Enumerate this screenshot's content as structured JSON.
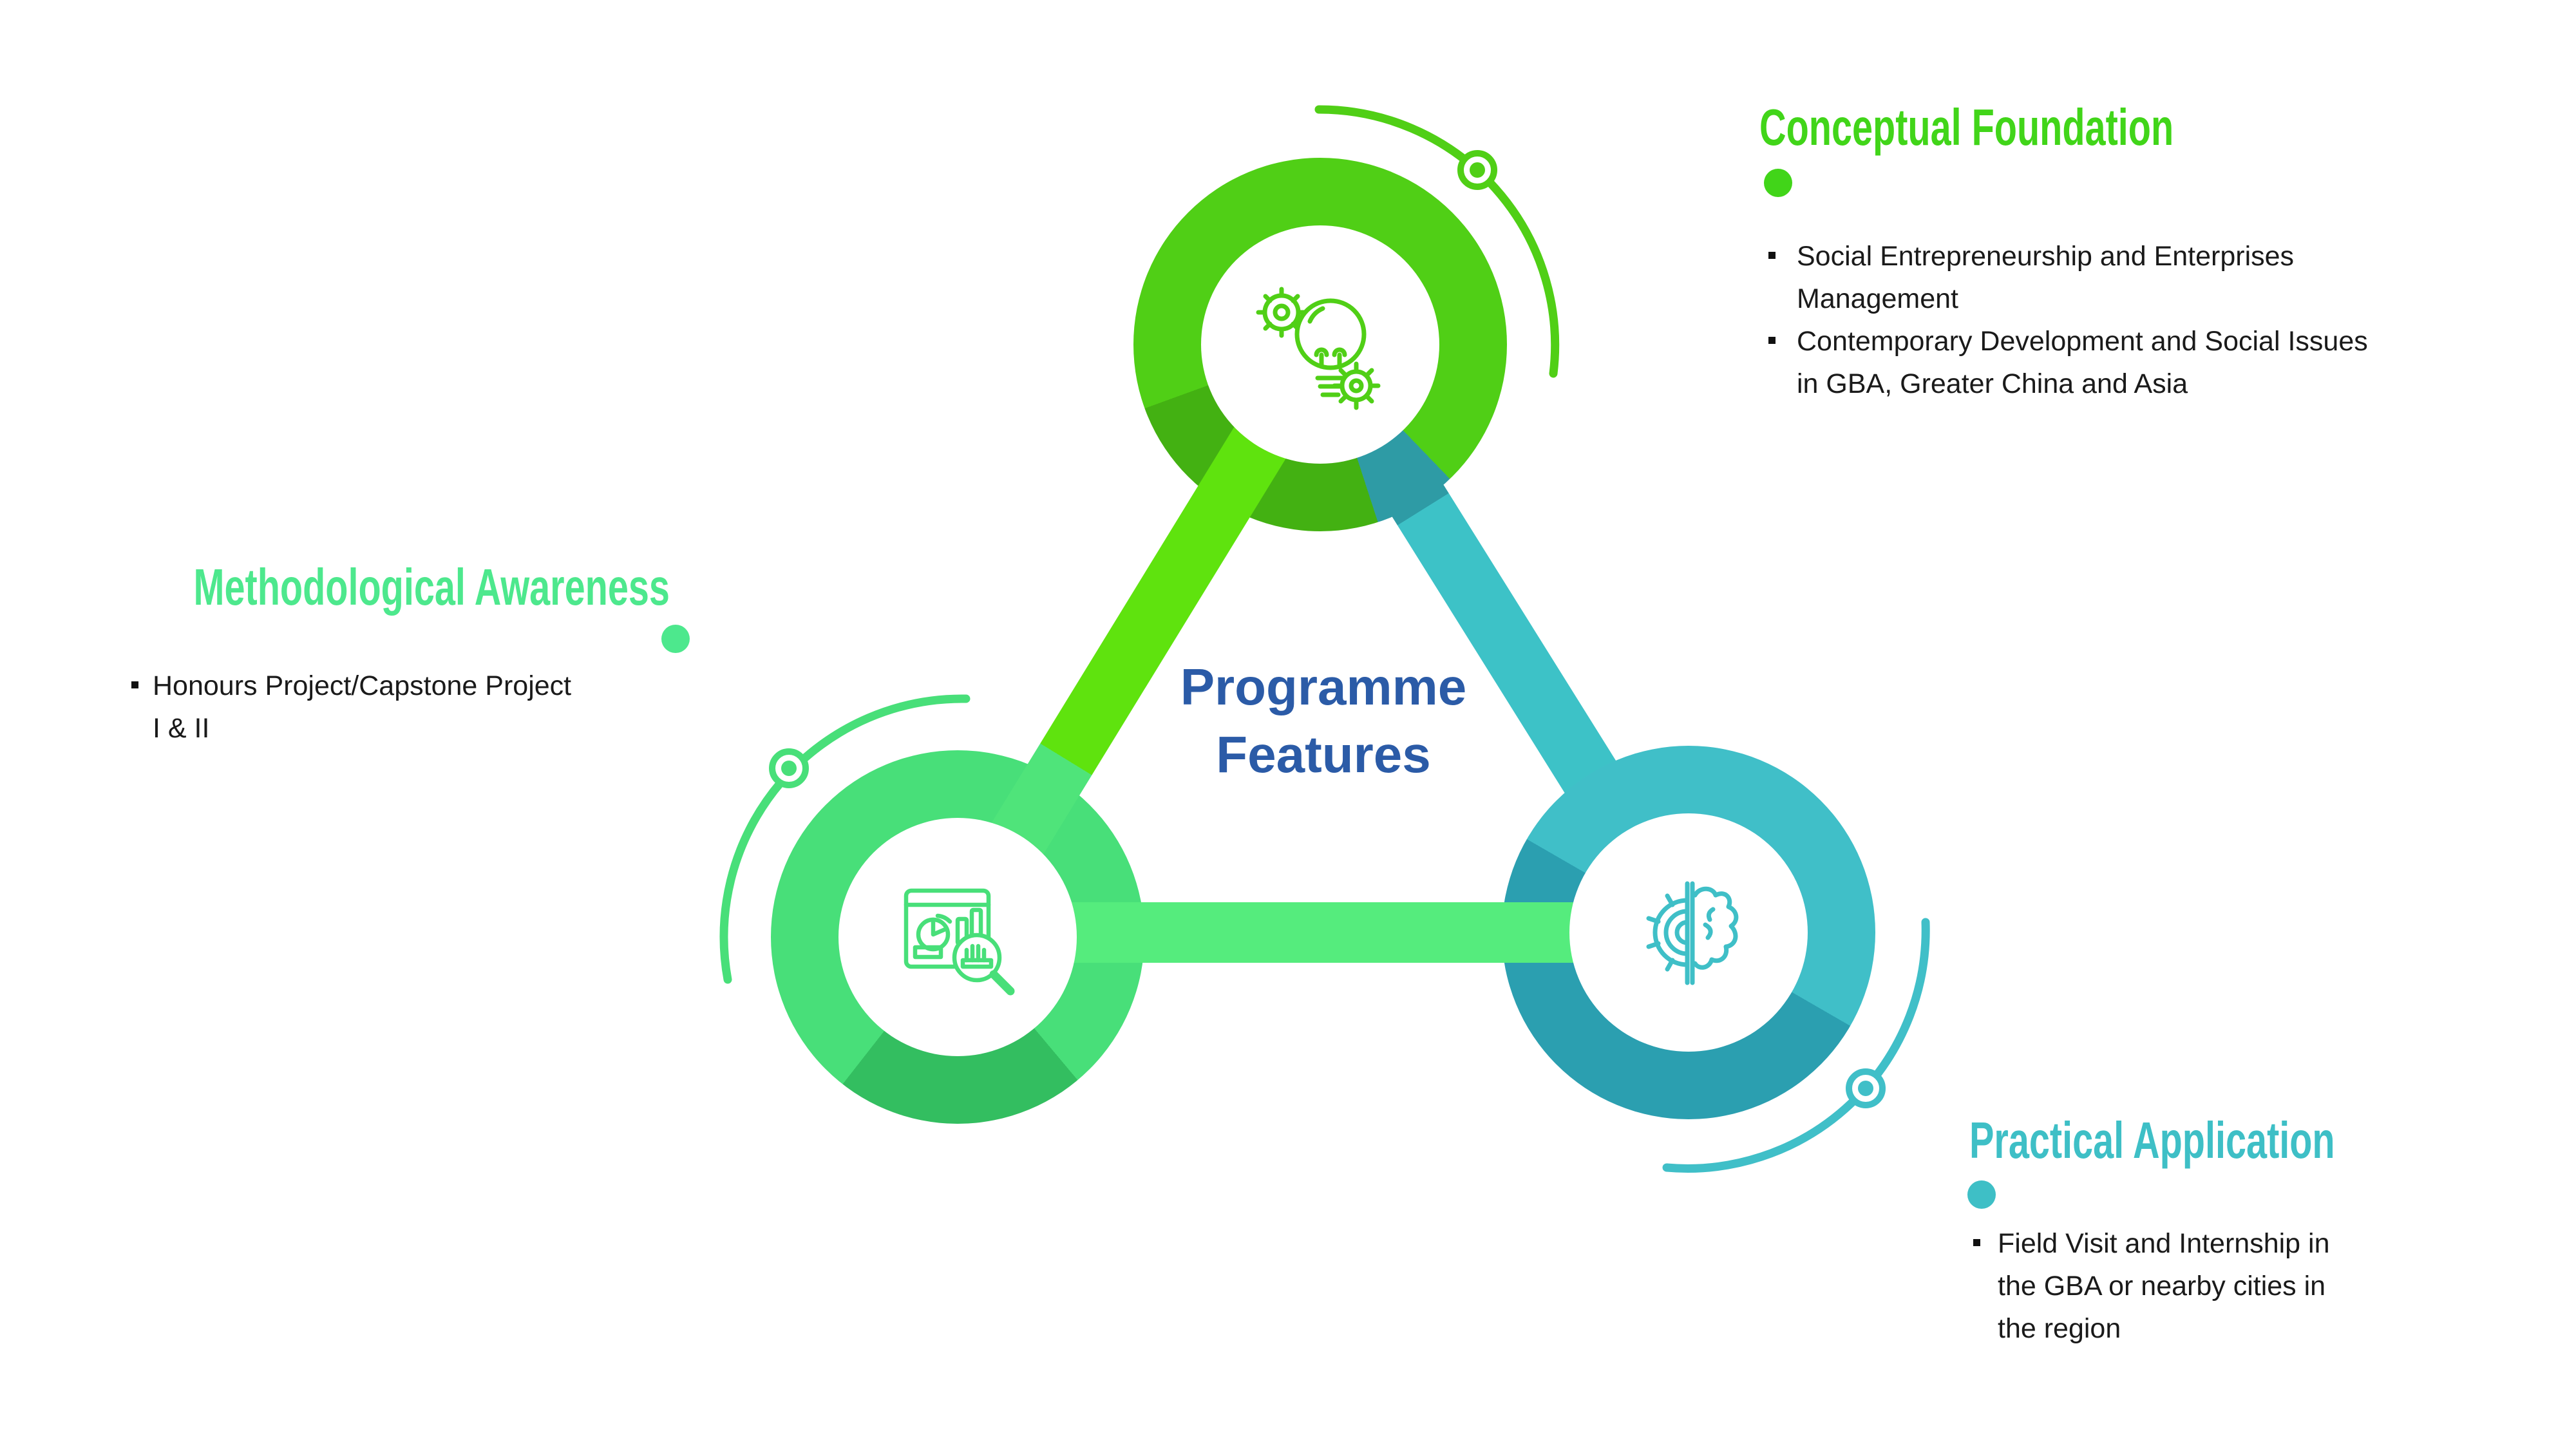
{
  "title": {
    "line1": "Programme",
    "line2": "Features"
  },
  "sections": {
    "conceptual": {
      "heading": "Conceptual Foundation",
      "icon": "lightbulb-gears-icon",
      "items": [
        {
          "line1": "Social Entrepreneurship and Enterprises",
          "line2": "Management"
        },
        {
          "line1": "Contemporary Development and Social Issues",
          "line2": "in GBA, Greater China and Asia"
        }
      ]
    },
    "methodological": {
      "heading": "Methodological Awareness",
      "icon": "chart-magnifier-icon",
      "items": [
        {
          "line1": "Honours Project/Capstone Project",
          "line2": "I & II"
        }
      ]
    },
    "practical": {
      "heading": "Practical Application",
      "icon": "gear-brain-icon",
      "items": [
        {
          "line1": "Field Visit and Internship in",
          "line2": "the GBA or nearby cities in",
          "line3": "the region"
        }
      ]
    }
  },
  "colors": {
    "lime_green_ring": "#50CF16",
    "lime_band": "#5FE30E",
    "spring_green_ring": "#48DF79",
    "spring_green_bar": "#55EC7D",
    "teal_ring": "#40BFC8",
    "teal_band": "#3DC2C7",
    "teal_shadow": "#2E9BA5",
    "green_shadow": "#43B112",
    "heading_lime": "#41D519",
    "heading_mint": "#4DE88D",
    "heading_teal": "#3EBFC6",
    "title_blue": "#2B5BA7",
    "body_text": "#1A1A1A"
  }
}
